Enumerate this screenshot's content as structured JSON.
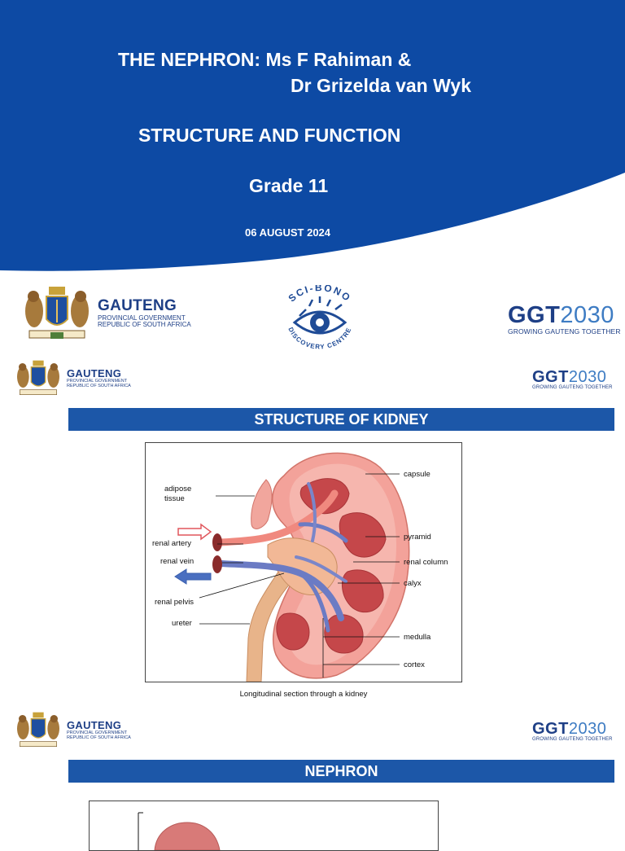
{
  "slide1": {
    "title_line1": "THE NEPHRON: Ms F Rahiman &",
    "title_line2": "Dr Grizelda van Wyk",
    "subtitle": "STRUCTURE AND FUNCTION",
    "grade": "Grade 11",
    "date": "06 AUGUST 2024",
    "sci_bono_top": "SCI-BONO",
    "sci_bono_bottom": "DISCOVERY CENTRE"
  },
  "gauteng": {
    "name": "GAUTENG",
    "line1": "PROVINCIAL GOVERNMENT",
    "line2": "REPUBLIC OF SOUTH AFRICA"
  },
  "ggt": {
    "prefix": "GGT",
    "year": "2030",
    "tagline": "GROWING GAUTENG TOGETHER"
  },
  "slide2": {
    "banner": "STRUCTURE OF KIDNEY",
    "labels": {
      "adipose": "adipose",
      "tissue": "tissue",
      "renal_artery": "renal artery",
      "renal_vein": "renal vein",
      "renal_pelvis": "renal pelvis",
      "ureter": "ureter",
      "capsule": "capsule",
      "pyramid": "pyramid",
      "renal_column": "renal column",
      "calyx": "calyx",
      "medulla": "medulla",
      "cortex": "cortex"
    },
    "caption": "Longitudinal section through a kidney"
  },
  "slide3": {
    "banner": "NEPHRON"
  },
  "colors": {
    "hero_blue": "#0d4aa4",
    "banner_blue": "#1c57a8",
    "gauteng_navy": "#1e3f86"
  }
}
